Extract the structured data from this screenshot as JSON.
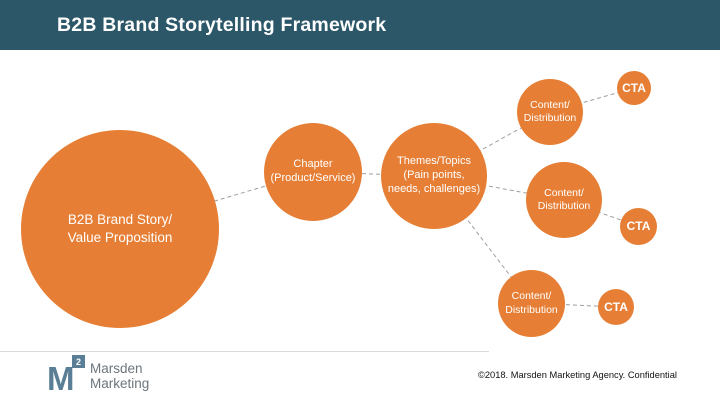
{
  "header": {
    "title": "B2B Brand Storytelling Framework"
  },
  "colors": {
    "header_bg": "#2B5769",
    "node_orange": "#E67F35",
    "connector_gray": "#9E9E9E",
    "logo_blue": "#5A7E96",
    "logo_text_gray": "#6B757C",
    "divider_gray": "#DBDBDB"
  },
  "nodes": {
    "story": {
      "lines": [
        "B2B Brand Story/",
        "Value Proposition"
      ]
    },
    "chapter": {
      "lines": [
        "Chapter",
        "(Product/Service)"
      ]
    },
    "themes": {
      "lines": [
        "Themes/Topics",
        "(Pain points,",
        "needs, challenges)"
      ]
    },
    "cd1": {
      "lines": [
        "Content/",
        "Distribution"
      ]
    },
    "cd2": {
      "lines": [
        "Content/",
        "Distribution"
      ]
    },
    "cd3": {
      "lines": [
        "Content/",
        "Distribution"
      ]
    },
    "cta1": {
      "label": "CTA"
    },
    "cta2": {
      "label": "CTA"
    },
    "cta3": {
      "label": "CTA"
    }
  },
  "logo": {
    "mark_letter": "M",
    "mark_superscript": "2",
    "name_line1": "Marsden",
    "name_line2": "Marketing"
  },
  "footer": {
    "confidential": "©2018. Marsden Marketing Agency. Confidential"
  }
}
